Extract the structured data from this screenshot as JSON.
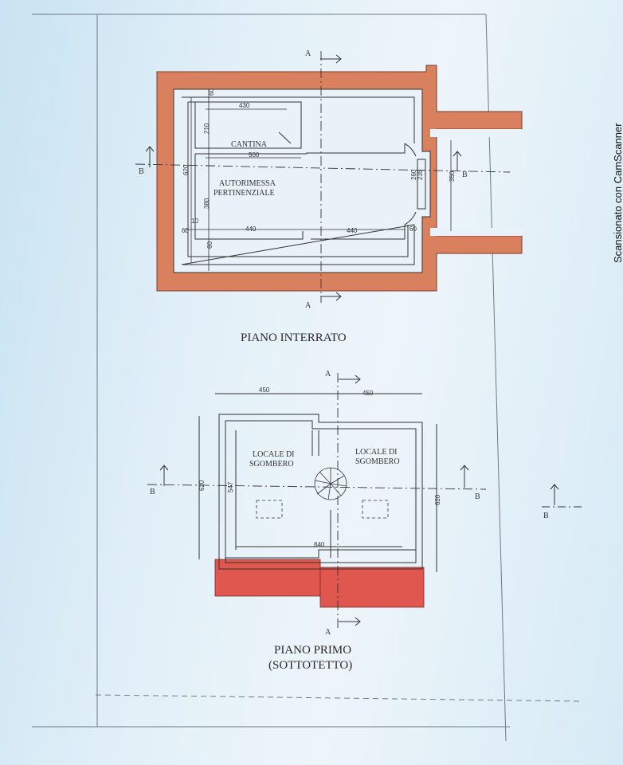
{
  "scanner_label": "Scansionato con CamScanner",
  "basement": {
    "title": "PIANO INTERRATO",
    "rooms": {
      "cantina": "CANTINA",
      "garage_line1": "AUTORIMESSA",
      "garage_line2": "PERTINENZIALE"
    },
    "dims": {
      "d430": "430",
      "d60a": "60",
      "d210": "210",
      "d500": "500",
      "d620": "620",
      "d380": "380",
      "d10": "10",
      "d60b": "60",
      "d440a": "440",
      "d440b": "440",
      "d60c": "60",
      "d60d": "60",
      "d260": "260",
      "d235": "235",
      "d350": "350"
    }
  },
  "first_floor": {
    "title_line1": "PIANO PRIMO",
    "title_line2": "(SOTTOTETTO)",
    "rooms": {
      "left_line1": "LOCALE DI",
      "left_line2": "SGOMBERO",
      "right_line1": "LOCALE DI",
      "right_line2": "SGOMBERO"
    },
    "dims": {
      "d450a": "450",
      "d450b": "450",
      "d620a": "620",
      "d547": "547",
      "d620b": "620",
      "d840": "840"
    }
  },
  "section_marks": {
    "a": "A",
    "b": "B"
  },
  "colors": {
    "wall_fill": "#d9805e",
    "roof_fill": "#e0574f",
    "line": "#333333"
  }
}
